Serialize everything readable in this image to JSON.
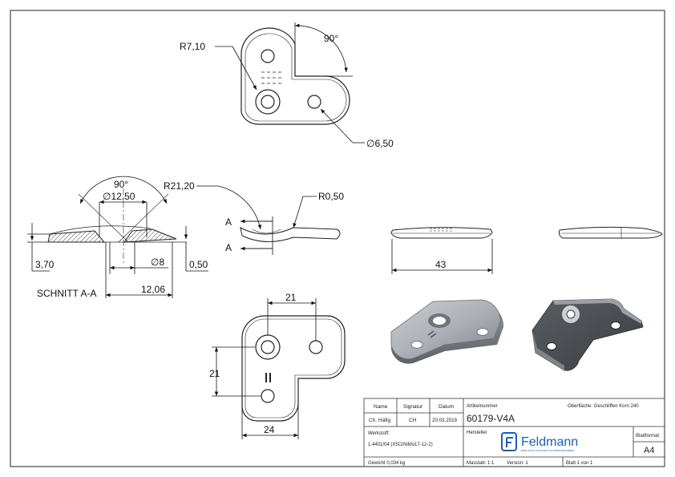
{
  "views": {
    "top": {
      "radius_label": "R7,10",
      "angle_label": "90°",
      "hole_label": "∅6,50"
    },
    "section": {
      "angle_label": "90°",
      "countersink_label": "∅12,50",
      "thickness_label": "3,70",
      "hole_label": "∅8",
      "step_label": "0,50",
      "offset_label": "12,06",
      "section_title": "SCHNITT A-A"
    },
    "side": {
      "radius_large_label": "R21,20",
      "radius_small_label": "R0,50",
      "cut_label_top": "A",
      "cut_label_bottom": "A"
    },
    "front": {
      "length_label": "43"
    },
    "bottom": {
      "width_top_label": "21",
      "height_label": "21",
      "width_bottom_label": "24"
    }
  },
  "title_block": {
    "headers": {
      "name": "Name",
      "signature": "Signatur",
      "date": "Datum",
      "article_number": "Artikelnummer",
      "surface": "Oberfläche: Geschliffen Korn 240",
      "material": "Werkstoff:",
      "manufacturer": "Hersteller",
      "sheet_format": "Blattformat"
    },
    "values": {
      "name": "Ch. Häfig",
      "signature": "CH",
      "date": "20.03.2019",
      "article_number": "60179-V4A",
      "material": "1.4401/04 (X5CrNiMo17-12-2)",
      "sheet_format": "A4",
      "weight": "Gewicht 0,034 kg",
      "scale": "Masstab: 1:1",
      "version": "Version: 1",
      "sheet": "Blatt 1 von 1"
    },
    "logo": {
      "brand": "Feldmann",
      "tagline": "EDELSTAHL KAUFMANN SCHWEISSERARBEIT"
    }
  }
}
